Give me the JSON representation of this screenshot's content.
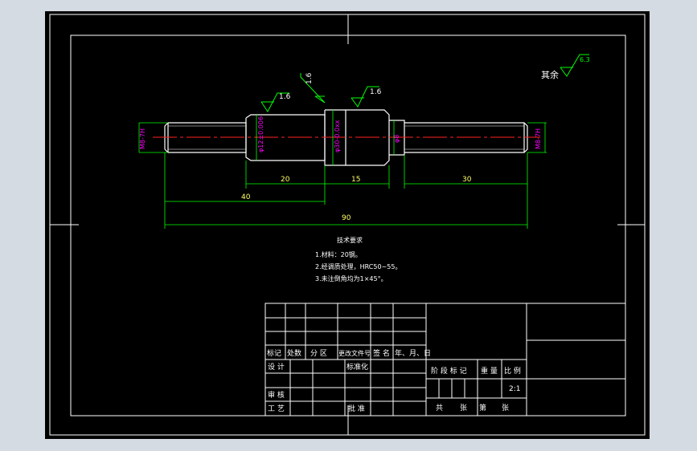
{
  "colors": {
    "background": "#d5dbe3",
    "paper": "#000000",
    "line": "#ffffff",
    "dimension": "#00ff00",
    "center_line": "#ff2020",
    "annotation": "#ff00ff",
    "roughness": "#00ff00"
  },
  "roughness": {
    "else_label": "其余",
    "else_value": "6.3",
    "marks": [
      "1.6",
      "1.6",
      "1.6"
    ]
  },
  "diameters": {
    "left_thread": "M8-7H",
    "journal_left": "φ12±0.006",
    "collar": "φ30-0.0xx",
    "step": "φ8",
    "right_thread": "M8-7H"
  },
  "dimensions": {
    "d20": "20",
    "d15": "15",
    "d30": "30",
    "d40": "40",
    "d90": "90"
  },
  "tech": {
    "title": "技术要求",
    "lines": [
      "1.材料：20钢。",
      "2.经调质处理，HRC50~55。",
      "3.未注倒角均为1×45°。"
    ]
  },
  "title_block": {
    "rev_headers": [
      "标记",
      "处数",
      "分 区",
      "更改文件号",
      "签 名",
      "年、月、日"
    ],
    "design": "设 计",
    "standard": "标准化",
    "review": "审 核",
    "process": "工 艺",
    "approve": "批 准",
    "stage_label": "阶 段 标 记",
    "weight_label": "重 量",
    "scale_label": "比 例",
    "scale_value": "2:1",
    "sheet_total": "共",
    "sheet_unit1": "张",
    "sheet_no": "第",
    "sheet_unit2": "张"
  }
}
